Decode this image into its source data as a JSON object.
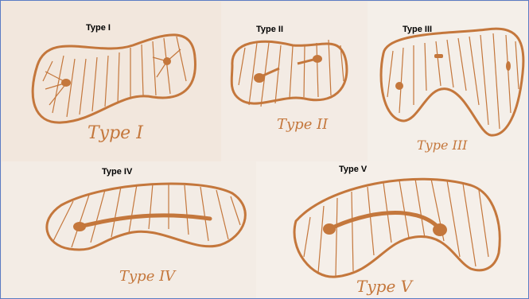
{
  "panels": [
    {
      "title": "Type I",
      "handwritten": "Type I"
    },
    {
      "title": "Type II",
      "handwritten": "Type II"
    },
    {
      "title": "Type III",
      "handwritten": "Type III"
    },
    {
      "title": "Type IV",
      "handwritten": "Type IV"
    },
    {
      "title": "Type V",
      "handwritten": "Type V"
    }
  ],
  "colors": {
    "ink": "#c4773c",
    "border": "#5b7cc4"
  }
}
